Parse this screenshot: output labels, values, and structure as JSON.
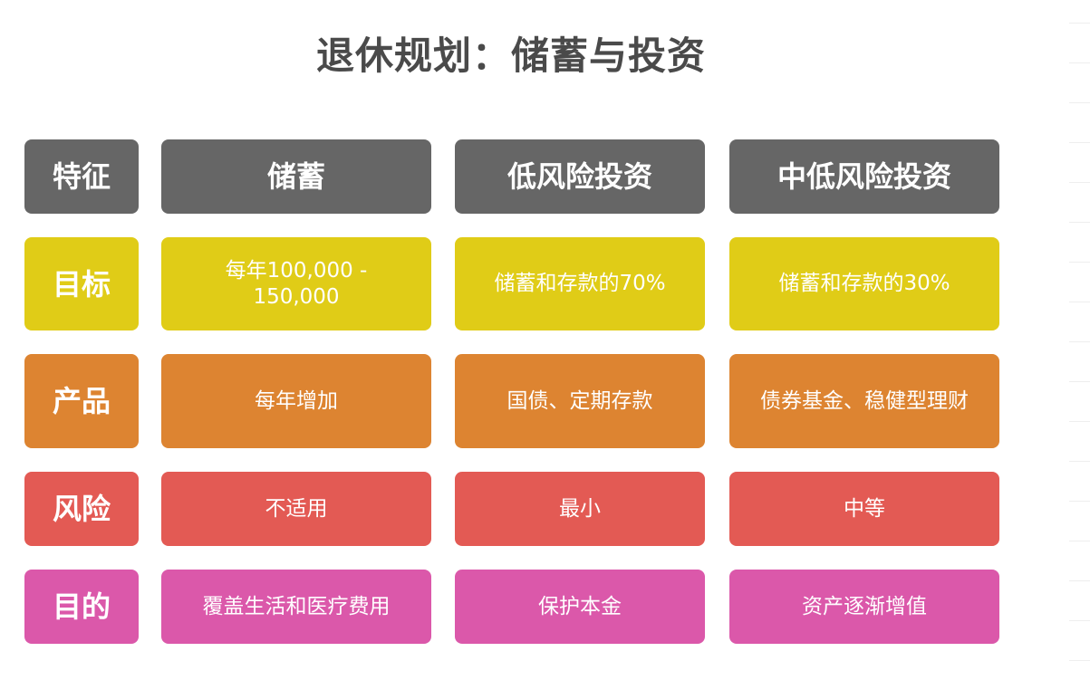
{
  "title": "退休规划：储蓄与投资",
  "colors": {
    "header": "#666666",
    "goal": "#e0cc17",
    "products": "#dd8431",
    "risk": "#e35a54",
    "purpose": "#db58aa",
    "title_text": "#4a4a4a"
  },
  "header": {
    "feature": "特征",
    "columns": [
      "储蓄",
      "低风险投资",
      "中低风险投资"
    ]
  },
  "rows": [
    {
      "label": "目标",
      "values": [
        "每年100,000 - 150,000",
        "储蓄和存款的70%",
        "储蓄和存款的30%"
      ]
    },
    {
      "label": "产品",
      "values": [
        "每年增加",
        "国债、定期存款",
        "债券基金、稳健型理财"
      ]
    },
    {
      "label": "风险",
      "values": [
        "不适用",
        "最小",
        "中等"
      ]
    },
    {
      "label": "目的",
      "values": [
        "覆盖生活和医疗费用",
        "保护本金",
        "资产逐渐增值"
      ]
    }
  ]
}
